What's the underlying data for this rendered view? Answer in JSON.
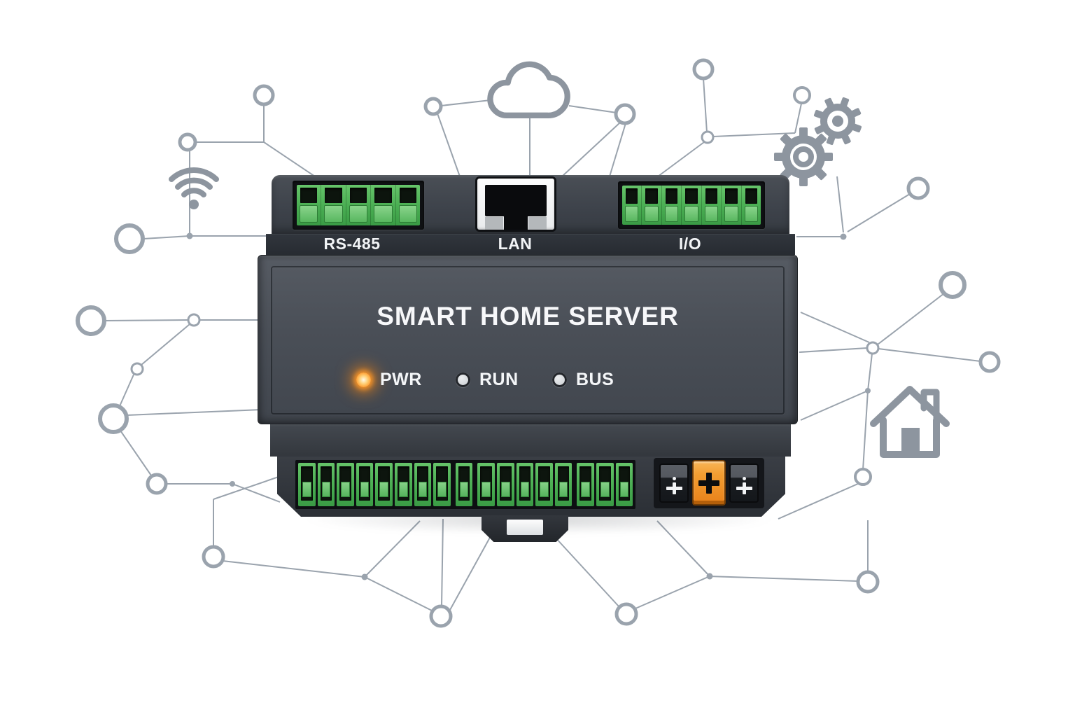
{
  "scene": {
    "background_color": "#ffffff",
    "network_line_color": "#9aa3ad",
    "icon_color": "#8d959f"
  },
  "device": {
    "title": "SMART HOME SERVER",
    "top_ports": [
      {
        "label": "RS-485",
        "type": "terminal-block",
        "pins": 5
      },
      {
        "label": "LAN",
        "type": "rj45-socket"
      },
      {
        "label": "I/O",
        "type": "terminal-block",
        "pins": 7
      }
    ],
    "leds": [
      {
        "label": "PWR",
        "state": "on",
        "color": "#ff9425"
      },
      {
        "label": "RUN",
        "state": "off",
        "color": "#c9cdd1"
      },
      {
        "label": "BUS",
        "state": "off",
        "color": "#c9cdd1"
      }
    ],
    "bottom": {
      "terminal_pins": 17,
      "buttons": [
        {
          "name": "left-aux-button",
          "symbol": "dot-plus",
          "color": "#17191d"
        },
        {
          "name": "center-plus-button",
          "symbol": "plus",
          "color": "#ef8b1d"
        },
        {
          "name": "right-aux-button",
          "symbol": "dot-plus",
          "color": "#17191d"
        }
      ]
    },
    "colors": {
      "body": "#3d4249",
      "faceplate": "#4a4f57",
      "label_strip": "#2d3239",
      "terminal_green": "#4caf50",
      "accent_orange": "#ef8b1d"
    }
  },
  "background_icons": [
    {
      "name": "wifi-icon"
    },
    {
      "name": "cloud-icon"
    },
    {
      "name": "gears-icon"
    },
    {
      "name": "home-icon"
    },
    {
      "name": "network-node-circles"
    }
  ]
}
